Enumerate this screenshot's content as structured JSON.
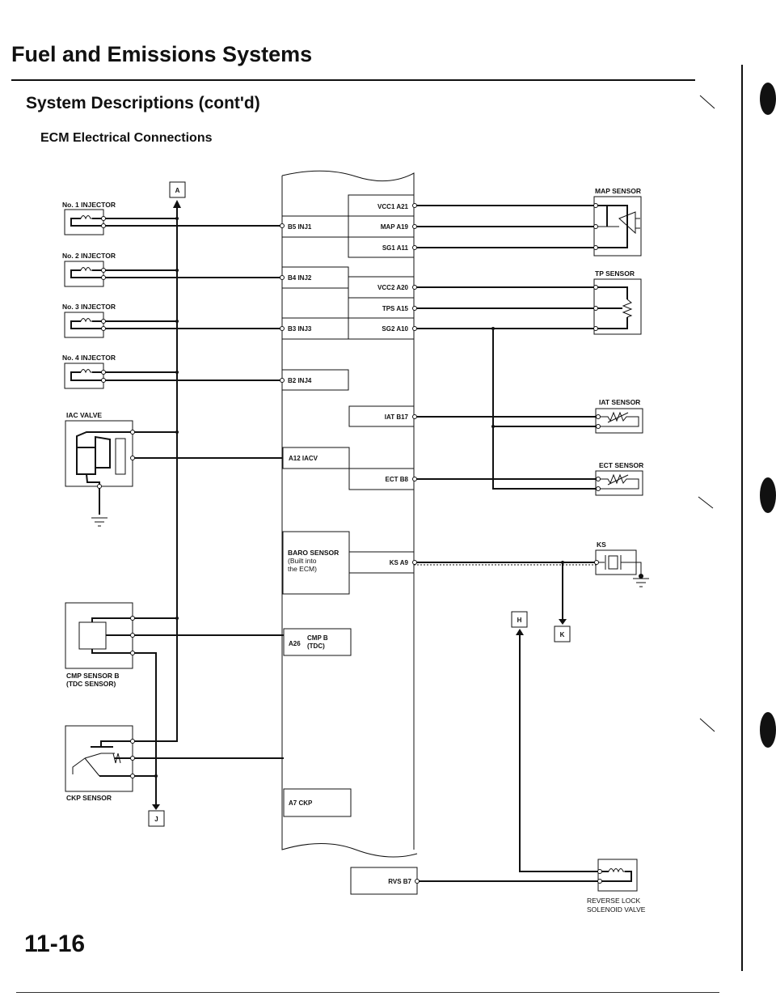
{
  "header": {
    "section_title": "Fuel and Emissions Systems",
    "subtitle": "System Descriptions (cont'd)",
    "diagram_title": "ECM Electrical Connections"
  },
  "page_number": "11-16",
  "connectors": {
    "A": "A",
    "J": "J",
    "H": "H",
    "K": "K"
  },
  "components": {
    "injector1": "No. 1 INJECTOR",
    "injector2": "No. 2 INJECTOR",
    "injector3": "No. 3 INJECTOR",
    "injector4": "No. 4 INJECTOR",
    "iac_valve": "IAC VALVE",
    "cmp_sensor_line1": "CMP SENSOR B",
    "cmp_sensor_line2": "(TDC SENSOR)",
    "ckp_sensor": "CKP SENSOR",
    "map_sensor": "MAP SENSOR",
    "tp_sensor": "TP SENSOR",
    "iat_sensor": "IAT SENSOR",
    "ect_sensor": "ECT SENSOR",
    "ks": "KS",
    "rvs_line1": "REVERSE LOCK",
    "rvs_line2": "SOLENOID VALVE",
    "baro_line1": "BARO SENSOR",
    "baro_line2": "(Built into",
    "baro_line3": "the ECM)"
  },
  "ecm_pins": {
    "vcc1": "VCC1 A21",
    "map": "MAP A19",
    "sg1": "SG1 A11",
    "inj1": "B5 INJ1",
    "inj2": "B4 INJ2",
    "vcc2": "VCC2 A20",
    "tps": "TPS A15",
    "sg2": "SG2 A10",
    "inj3": "B3 INJ3",
    "inj4": "B2 INJ4",
    "iat": "IAT B17",
    "iacv": "A12 IACV",
    "ect": "ECT B8",
    "ks": "KS A9",
    "cmp_pin": "A26",
    "cmp_name1": "CMP B",
    "cmp_name2": "(TDC)",
    "ckp": "A7 CKP",
    "rvs": "RVS B7"
  }
}
